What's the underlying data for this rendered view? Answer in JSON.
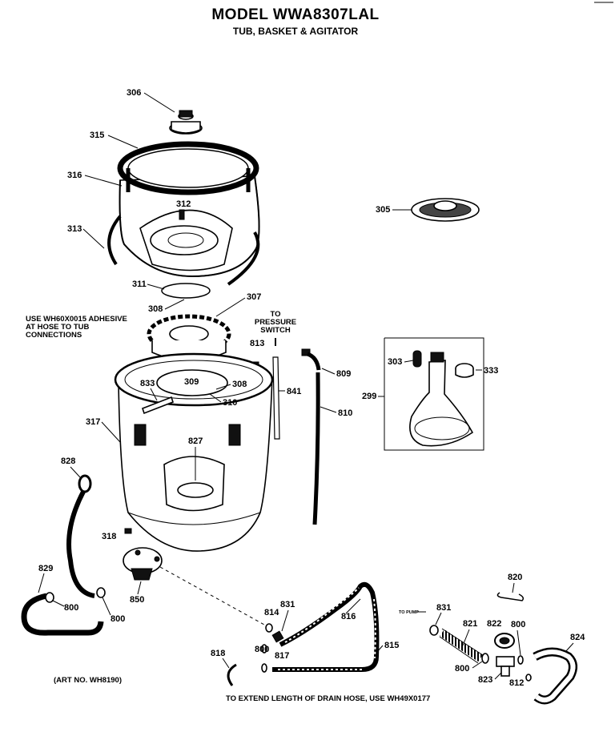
{
  "header": {
    "title": "MODEL WWA8307LAL",
    "subtitle": "TUB, BASKET & AGITATOR"
  },
  "notes": {
    "adhesive_line1": "USE WH60X0015 ADHESIVE",
    "adhesive_line2": "AT HOSE TO TUB",
    "adhesive_line3": "CONNECTIONS",
    "pressure_line1": "TO",
    "pressure_line2": "PRESSURE",
    "pressure_line3": "SWITCH",
    "to_pump": "TO PUMP",
    "art_no": "(ART NO. WH8190)",
    "drain_hose": "TO EXTEND LENGTH OF DRAIN HOSE, USE WH49X0177"
  },
  "parts": {
    "p306": "306",
    "p315": "315",
    "p316": "316",
    "p312": "312",
    "p313": "313",
    "p305": "305",
    "p311": "311",
    "p308a": "308",
    "p307": "307",
    "p813": "813",
    "p841": "841",
    "p809": "809",
    "p810": "810",
    "p303": "303",
    "p333": "333",
    "p299": "299",
    "p833": "833",
    "p309": "309",
    "p308b": "308",
    "p310": "310",
    "p317": "317",
    "p827": "827",
    "p828": "828",
    "p318": "318",
    "p829": "829",
    "p800a": "800",
    "p800b": "800",
    "p850": "850",
    "p814": "814",
    "p831a": "831",
    "p816": "816",
    "p815": "815",
    "p800c": "800",
    "p817": "817",
    "p818": "818",
    "p831b": "831",
    "p821": "821",
    "p822": "822",
    "p800d": "800",
    "p820": "820",
    "p824": "824",
    "p800e": "800",
    "p823": "823",
    "p812": "812"
  }
}
